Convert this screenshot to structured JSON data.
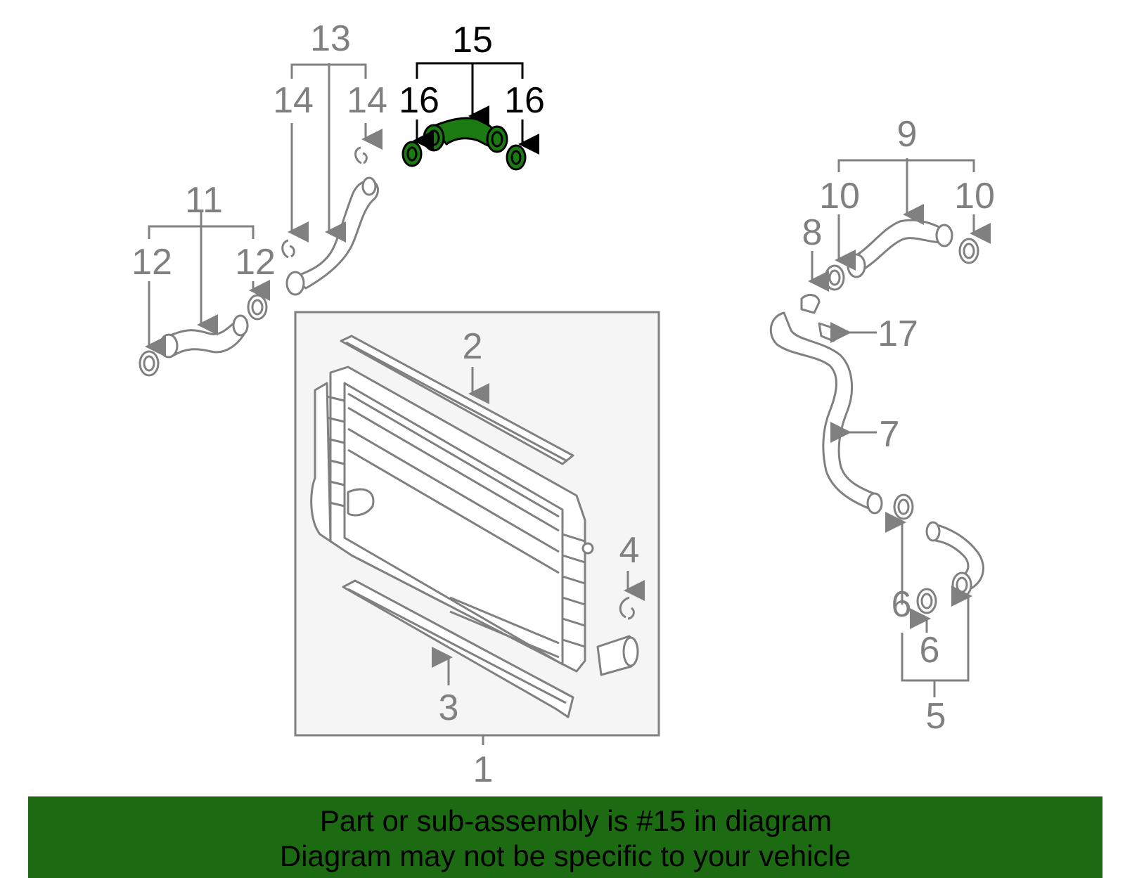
{
  "diagram": {
    "callouts": {
      "c1": "1",
      "c2": "2",
      "c3": "3",
      "c4": "4",
      "c5": "5",
      "c6a": "6",
      "c6b": "6",
      "c7": "7",
      "c8": "8",
      "c9": "9",
      "c10a": "10",
      "c10b": "10",
      "c11": "11",
      "c12a": "12",
      "c12b": "12",
      "c13": "13",
      "c14a": "14",
      "c14b": "14",
      "c15": "15",
      "c16a": "16",
      "c16b": "16",
      "c17": "17"
    },
    "highlight_color": "#1c7a12",
    "callout_color": "#808080",
    "highlighted_part": "15"
  },
  "banner": {
    "line1": "Part or sub-assembly is #15 in diagram",
    "line2": "Diagram may not be specific to your vehicle",
    "background": "#1c6b12"
  }
}
